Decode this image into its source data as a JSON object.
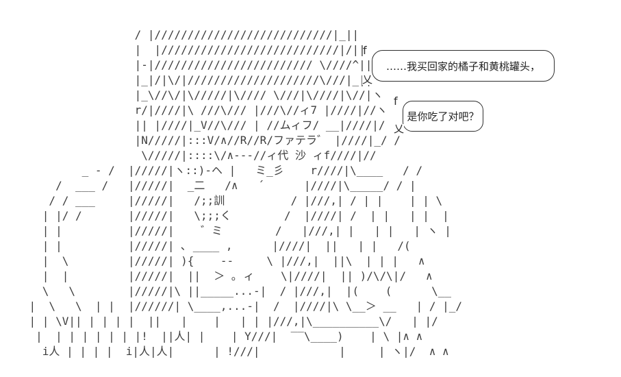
{
  "scene": {
    "description": "ASCII-art (AA) illustration of a long-haired character with two speech bubbles",
    "background_color": "#ffffff",
    "ink_color": "#3d3d3d",
    "bubble_border_color": "#2e2e2e"
  },
  "speech_bubbles": [
    {
      "id": "bubble-1",
      "text": "……我买回家的橘子和黄桃罐头，",
      "tail_top_glyph": "f",
      "tail_bottom_glyph": "乂"
    },
    {
      "id": "bubble-2",
      "text": "是你吃了对吧？",
      "tail_top_glyph": "f",
      "tail_bottom_glyph": "乂"
    }
  ],
  "ascii_art": {
    "lines": [
      "                    / |///////////////////////////|_||",
      "                    |  |///////////////////////////|/||",
      "                    |-|//////////////////////// \\////^||",
      "                    |_|/|\\/|////////////////////\\///|_||",
      "                    |_\\//\\/|\\/////|\\//// \\///|\\////|\\//|ヽ",
      "                    r/|////|\\ ///\\/// |///\\//ィ7 |////|//ヽ",
      "                    || |////|_V//\\/// | //ムィフ/ __|////|/",
      "                    |N/////|:::V/∧//R//R/ファテラ゛ |////|_/ /",
      "                     \\/////|::::\\/∧---//ィ代 沙 ィf////|//",
      "            _ - /  |/////|ヽ::)-ヘ |   ミ_彡    r////|\\____   / /",
      "        /  ___ /   |/////|  _二   /∧   ´      |////|\\_____/ / |",
      "       / / ___     |/////|   /;;訓          / |///,| / | |    | | \\",
      "      | |/ /       |/////|   \\;;;く        /  |////| /  | |   | |  |",
      "      | |          |/////|    ゛ミ        /   |///,| |   | |   | ヽ |",
      "      | |          |/////| ､ ____ ,      |////|  ||   | |   /( ",
      "      |  \\         |/////| ){    --     \\ |///,|  ||\\  | | |   ∧",
      "      |  |         |/////|  ||  ＞ ｡ ィ    \\|////|  || )/\\/\\|/   ∧",
      "      \\   \\        |/////|\\ ||_____...-|  / |///,|  |(    (      \\__",
      "    |  \\   \\  | |  |//////| \\____,...-|  /  |////|\\ \\__＞ __   | / |_/",
      "    | | \\V|| | | | |  ||   |    |   | | |///,|\\__________\\/   | |/",
      "     |  | | | | | | |!  ||人| |    | Y///|  ‾‾\\____)    | \\ |∧ ∧",
      "      i人 | | | |  i|人|人|      | !///|            |     | ヽ|/  ∧ ∧"
    ]
  }
}
